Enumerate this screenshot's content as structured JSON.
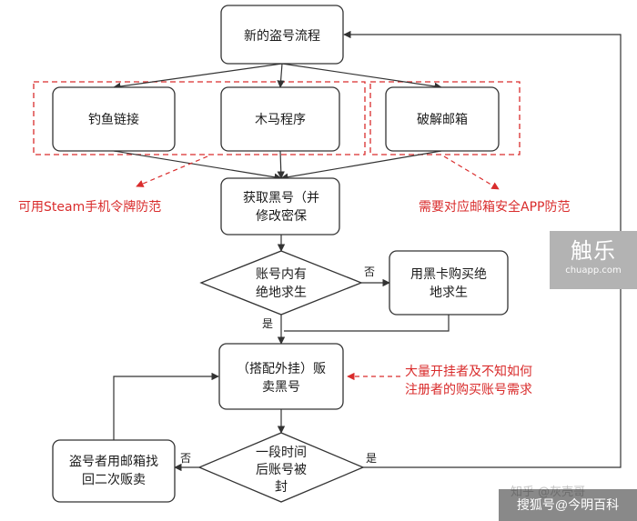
{
  "nodes": {
    "start": "新的盗号流程",
    "phishing": "钓鱼链接",
    "trojan": "木马程序",
    "crack_email": "破解邮箱",
    "get_account": [
      "获取黑号（并",
      "修改密保"
    ],
    "check_unban": [
      "账号内有",
      "绝地求生"
    ],
    "buy_game": [
      "用黑卡购买绝",
      "地求生"
    ],
    "sell": [
      "（搭配外挂）贩",
      "卖黑号"
    ],
    "banned_check": [
      "一段时间",
      "后账号被",
      "封"
    ],
    "resell": [
      "盗号者用邮箱找",
      "回二次贩卖"
    ]
  },
  "labels": {
    "no_1": "否",
    "yes_1": "是",
    "no_2": "否",
    "yes_2": "是"
  },
  "notes": {
    "steam": "可用Steam手机令牌防范",
    "email": "需要对应邮箱安全APP防范",
    "demand": [
      "大量开挂者及不知如何",
      "注册者的购买账号需求"
    ]
  },
  "logo": {
    "main": "触乐",
    "sub": "chuapp.com"
  },
  "watermark": {
    "text": "搜狐号@今明百科",
    "faint": "知乎 @灰壳哥"
  },
  "colors": {
    "stroke": "#333333",
    "note": "#d92c2c",
    "node_fill": "#ffffff"
  }
}
